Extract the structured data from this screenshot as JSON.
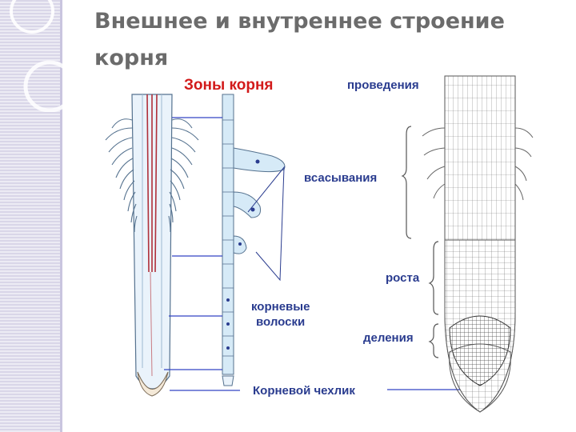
{
  "slide": {
    "title": "Внешнее и внутреннее строение корня"
  },
  "diagram": {
    "heading": "Зоны корня",
    "labels": {
      "conduction": "проведения",
      "absorption": "всасывания",
      "growth": "роста",
      "division": "деления",
      "root_hairs_line1": "корневые",
      "root_hairs_line2": "волоски",
      "root_cap": "Корневой чехлик"
    },
    "colors": {
      "label": "#2a3c8f",
      "heading": "#d21a1a",
      "accent_line": "#3345c4",
      "vessel": "#b0303a",
      "root_fill": "#d6eaf7",
      "root_outline": "#55728f"
    }
  }
}
